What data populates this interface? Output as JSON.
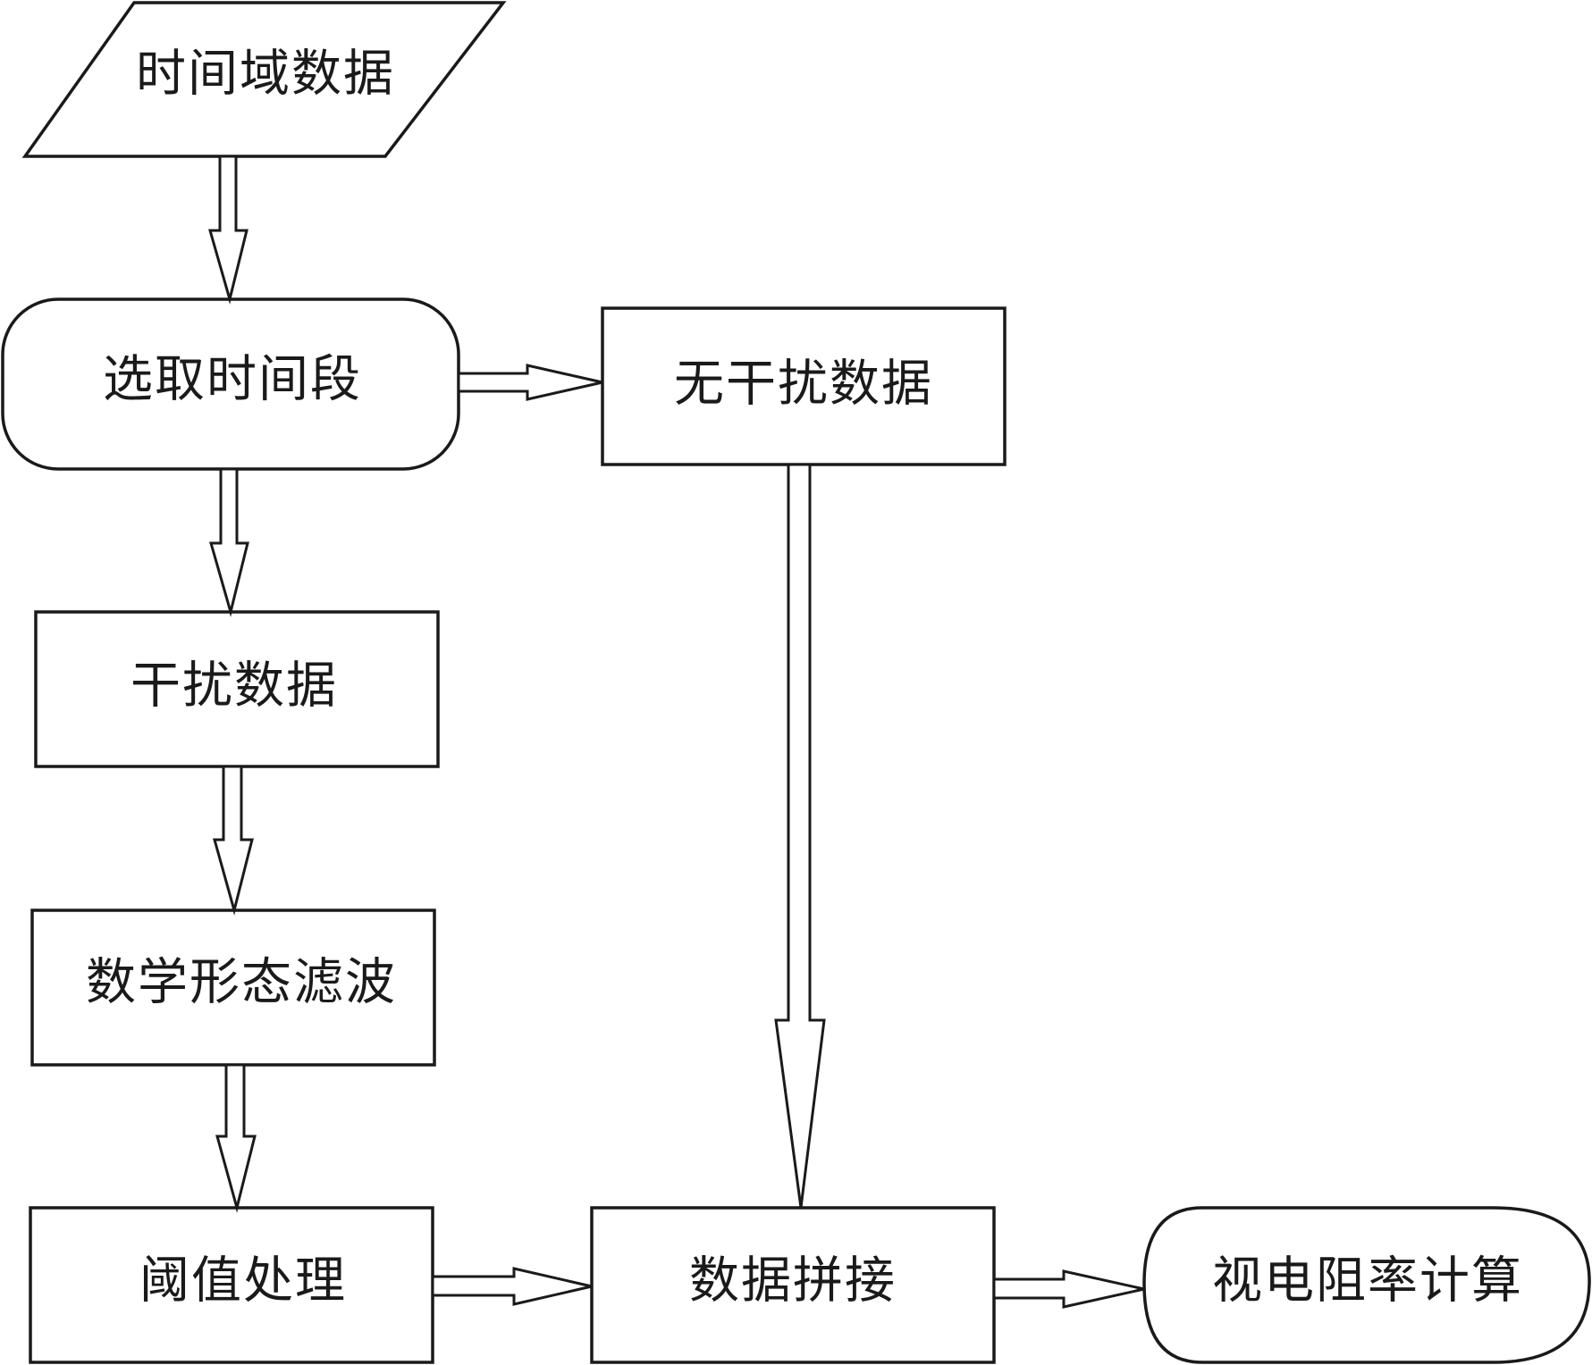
{
  "nodes": {
    "time_domain_data": "时间域数据",
    "select_time_period": "选取时间段",
    "interference_free_data": "无干扰数据",
    "interference_data": "干扰数据",
    "morphological_filtering": "数学形态滤波",
    "threshold_processing": "阈值处理",
    "data_splicing": "数据拼接",
    "apparent_resistivity_calc": "视电阻率计算"
  }
}
